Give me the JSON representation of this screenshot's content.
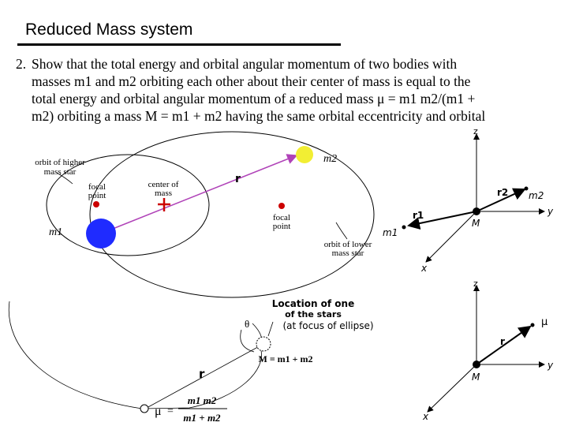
{
  "title": "Reduced Mass system",
  "problem": {
    "number": "2.",
    "line1": "Show that the total energy and orbital angular momentum of two bodies with",
    "line2": "masses m1 and m2 orbiting each other about their center of mass is equal to the",
    "line3": "total energy and orbital angular momentum of a reduced mass μ = m1 m2/(m1 +",
    "line4": "m2) orbiting a mass M = m1 + m2 having the same orbital eccentricity and orbital"
  },
  "top_diagram": {
    "label_orbit_higher_1": "orbit of higher",
    "label_orbit_higher_2": "mass star",
    "label_focal_left_1": "focal",
    "label_focal_left_2": "point",
    "label_center_1": "center of",
    "label_center_2": "mass",
    "label_r": "r",
    "label_m2": "m2",
    "label_m1": "m1",
    "label_focal_right_1": "focal",
    "label_focal_right_2": "point",
    "label_orbit_lower_1": "orbit of lower",
    "label_orbit_lower_2": "mass star",
    "colors": {
      "m1": "#1f2bff",
      "m2": "#f2ee33",
      "focal": "#cc0000",
      "center": "#cc0000",
      "r_arrow": "#b042b8"
    }
  },
  "axes_top": {
    "z": "z",
    "y": "y",
    "x": "x",
    "r1": "r1",
    "r2": "r2",
    "m1": "m1",
    "m2": "m2",
    "M": "M"
  },
  "bottom_diagram": {
    "label_location_1": "Location of one",
    "label_location_2": "of the stars",
    "label_location_3": "(at focus of ellipse)",
    "label_theta": "θ",
    "label_M_eq": "M = m1 + m2",
    "label_r": "r",
    "label_mu": "μ",
    "label_eq": "=",
    "label_num": "m1 m2",
    "label_den": "m1 + m2"
  },
  "axes_bottom": {
    "z": "z",
    "y": "y",
    "x": "x",
    "mu": "μ",
    "r": "r",
    "M": "M"
  }
}
